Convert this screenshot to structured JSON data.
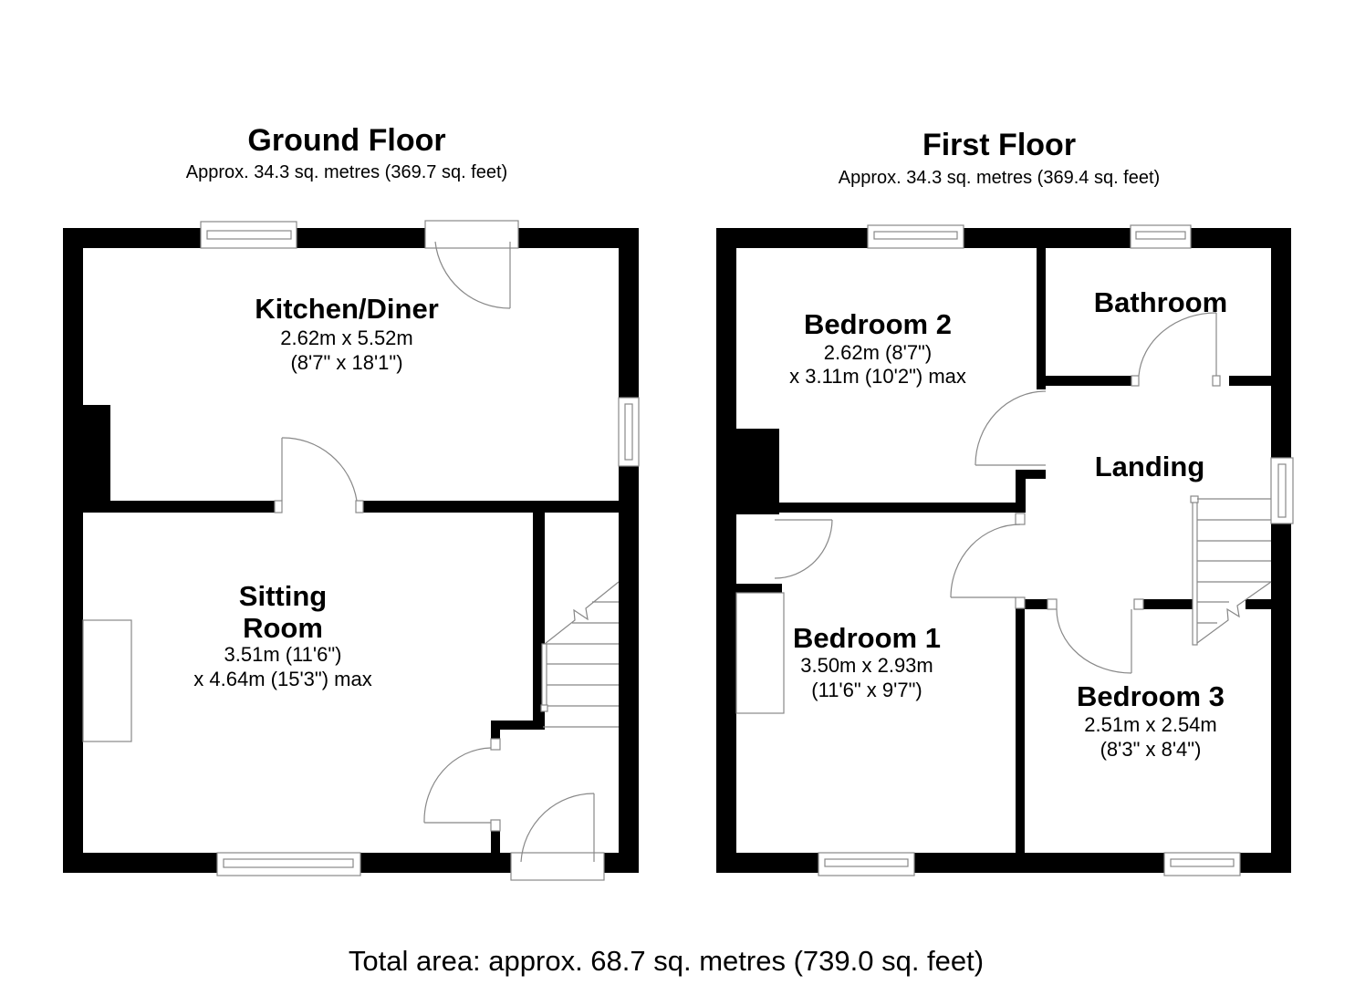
{
  "ground_floor": {
    "title": "Ground Floor",
    "area": "Approx. 34.3 sq. metres (369.7 sq. feet)",
    "rooms": [
      {
        "name": "Kitchen/Diner",
        "dim1": "2.62m x 5.52m",
        "dim2": "(8'7\" x 18'1\")"
      },
      {
        "name": "Sitting\nRoom",
        "dim1": "3.51m (11'6\")",
        "dim2": "x 4.64m (15'3\") max"
      }
    ]
  },
  "first_floor": {
    "title": "First Floor",
    "area": "Approx. 34.3 sq. metres (369.4 sq. feet)",
    "rooms": [
      {
        "name": "Bedroom 2",
        "dim1": "2.62m (8'7\")",
        "dim2": "x 3.11m (10'2\") max"
      },
      {
        "name": "Bathroom"
      },
      {
        "name": "Landing"
      },
      {
        "name": "Bedroom 1",
        "dim1": "3.50m x 2.93m",
        "dim2": "(11'6\" x 9'7\")"
      },
      {
        "name": "Bedroom 3",
        "dim1": "2.51m x 2.54m",
        "dim2": "(8'3\" x 8'4\")"
      }
    ]
  },
  "total_area": "Total area: approx. 68.7 sq. metres (739.0 sq. feet)",
  "colors": {
    "wall": "#000000",
    "fixture_line": "#888888",
    "background": "#ffffff"
  }
}
